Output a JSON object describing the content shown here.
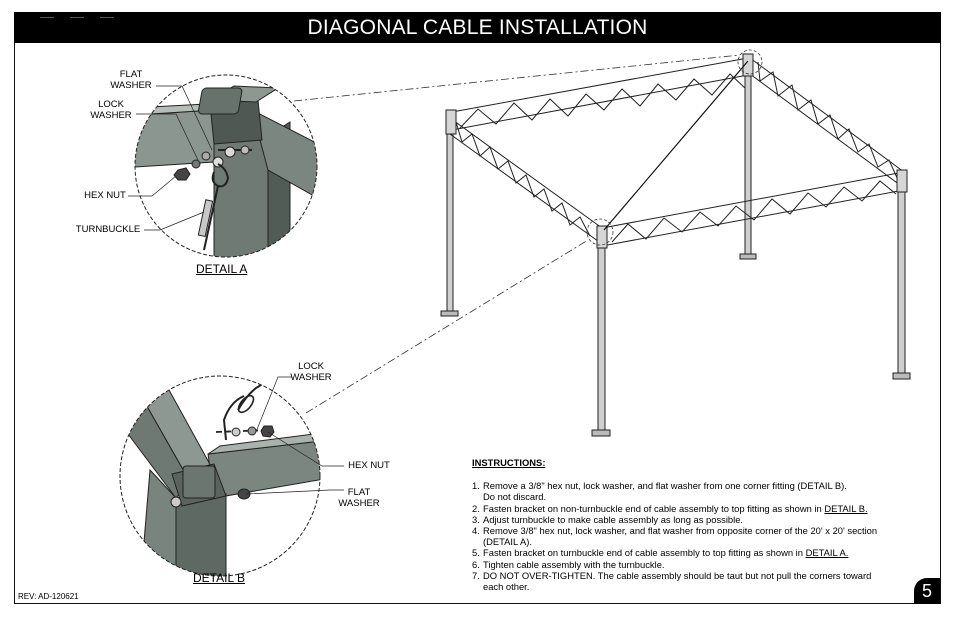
{
  "header": {
    "title": "DIAGONAL CABLE INSTALLATION"
  },
  "detail_a": {
    "label": "DETAIL A",
    "callouts": {
      "flat_washer": "FLAT\nWASHER",
      "lock_washer": "LOCK\nWASHER",
      "hex_nut": "HEX NUT",
      "turnbuckle": "TURNBUCKLE"
    }
  },
  "detail_b": {
    "label": "DETAIL B",
    "callouts": {
      "lock_washer": "LOCK\nWASHER",
      "hex_nut": "HEX NUT",
      "flat_washer": "FLAT\nWASHER"
    }
  },
  "instructions": {
    "heading": "INSTRUCTIONS:",
    "steps": [
      {
        "num": "1.",
        "text": "Remove a 3/8\" hex nut, lock washer, and flat washer from one corner fitting (DETAIL B).",
        "cont": "Do not discard."
      },
      {
        "num": "2.",
        "text": "Fasten bracket on non-turnbuckle end of cable assembly to top fitting as shown in ",
        "ref": "DETAIL B."
      },
      {
        "num": "3.",
        "text": "Adjust turnbuckle to make cable assembly as long as possible."
      },
      {
        "num": "4.",
        "text": "Remove 3/8\" hex nut, lock washer, and flat washer from opposite corner of the 20' x 20' section",
        "cont": "(DETAIL A)."
      },
      {
        "num": "5.",
        "text": "Fasten bracket on turnbuckle end of cable assembly to top fitting as shown in ",
        "ref": "DETAIL A."
      },
      {
        "num": "6.",
        "text": "Tighten cable assembly with the turnbuckle."
      },
      {
        "num": "7.",
        "text": "DO NOT OVER-TIGHTEN. The cable assembly should be taut but not pull the corners toward",
        "cont": "each other."
      }
    ]
  },
  "footer": {
    "revision": "REV: AD-120621",
    "page_number": "5"
  }
}
